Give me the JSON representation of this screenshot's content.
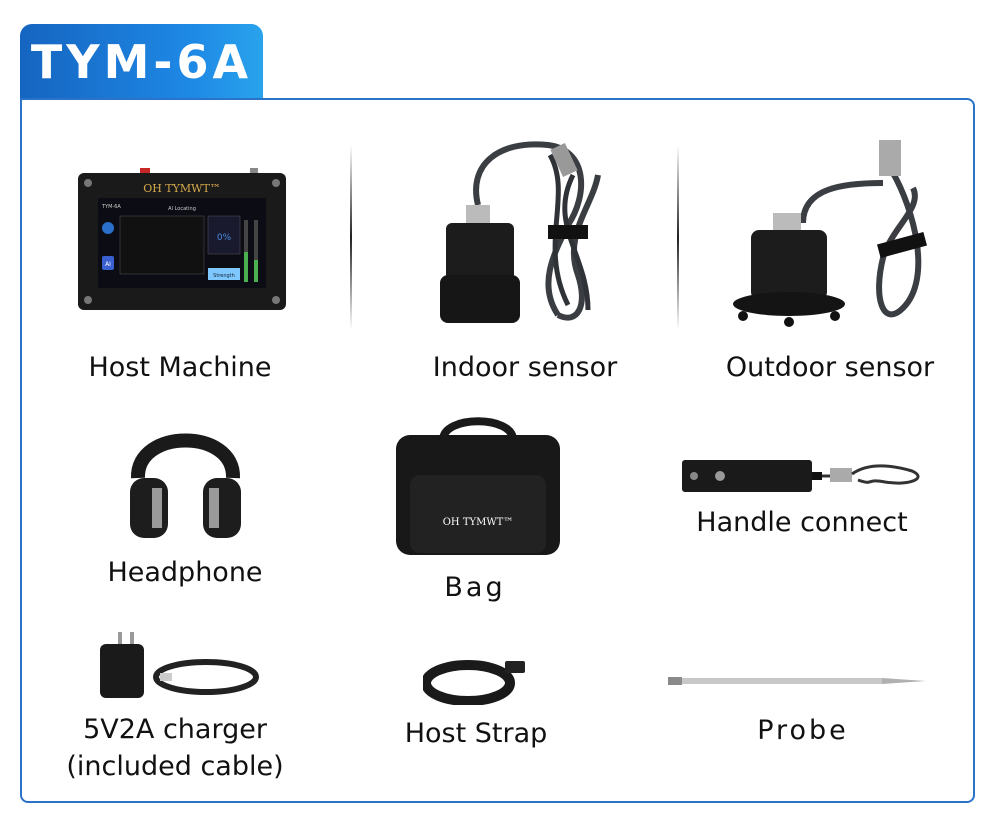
{
  "header": {
    "title": "TYM-6A"
  },
  "items": [
    {
      "label": "Host Machine",
      "icon": "host-machine-device"
    },
    {
      "label": "Indoor sensor",
      "icon": "indoor-sensor"
    },
    {
      "label": "Outdoor sensor",
      "icon": "outdoor-sensor"
    },
    {
      "label": "Headphone",
      "icon": "headphone"
    },
    {
      "label": "Bag",
      "icon": "bag"
    },
    {
      "label": "Handle connect",
      "icon": "handle-connect"
    },
    {
      "label_line1": "5V2A charger",
      "label_line2": "(included cable)",
      "icon": "charger"
    },
    {
      "label": "Host Strap",
      "icon": "strap"
    },
    {
      "label": "Probe",
      "icon": "probe"
    }
  ],
  "device_screen": {
    "brand": "OH TYMWT™",
    "model": "TYM-6A",
    "mode": "AI Locating",
    "percent": "0%",
    "strength": "Strength",
    "ai": "AI"
  },
  "bag_brand": "OH TYMWT™",
  "colors": {
    "accent": "#1e88e5",
    "frame": "#2a73c8"
  }
}
